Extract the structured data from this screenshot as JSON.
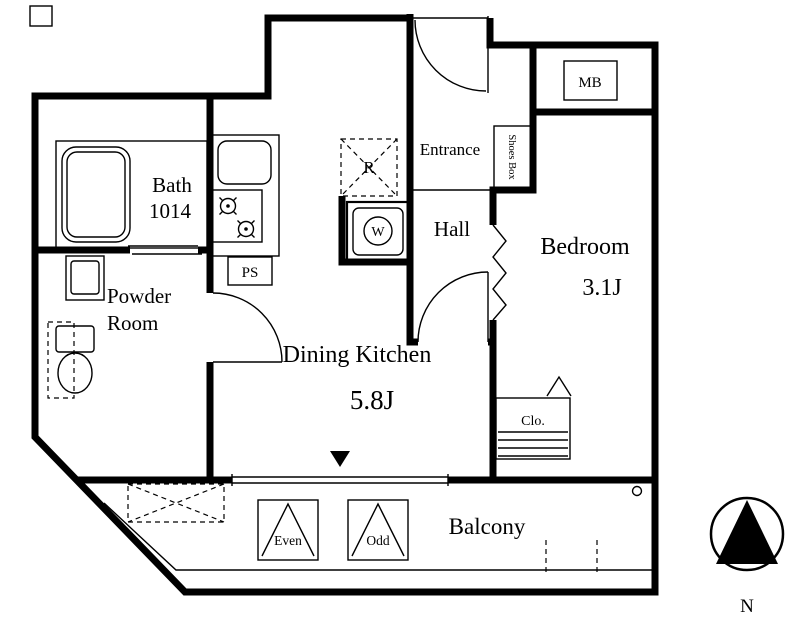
{
  "plan": {
    "rooms": {
      "bath": {
        "name": "Bath",
        "size": "1014"
      },
      "powder_room": {
        "line1": "Powder",
        "line2": "Room"
      },
      "dining_kitchen": {
        "name": "Dining Kitchen",
        "size": "5.8J"
      },
      "bedroom": {
        "name": "Bedroom",
        "size": "3.1J"
      },
      "hall": {
        "name": "Hall"
      },
      "entrance": {
        "name": "Entrance"
      },
      "balcony": {
        "name": "Balcony"
      }
    },
    "fixtures": {
      "meter_box": "MB",
      "pipe_space": "PS",
      "refrigerator_space": "R",
      "washer_space": "W",
      "shoes_box": "Shoes Box",
      "closet": "Clo.",
      "hatch_even": "Even",
      "hatch_odd": "Odd"
    },
    "compass": {
      "north": "N"
    },
    "colors": {
      "fixture_fill": "#cde7f4",
      "wall": "#000000"
    }
  }
}
